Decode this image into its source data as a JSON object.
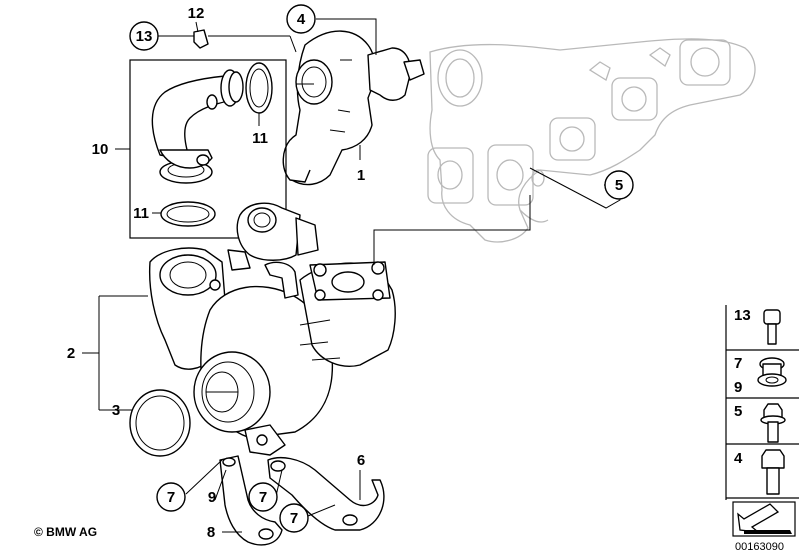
{
  "callouts": {
    "c1": "1",
    "c2": "2",
    "c3": "3",
    "c4": "4",
    "c5": "5",
    "c6": "6",
    "c7a": "7",
    "c7b": "7",
    "c7c": "7",
    "c8": "8",
    "c9": "9",
    "c10": "10",
    "c11a": "11",
    "c11b": "11",
    "c12": "12",
    "c13": "13"
  },
  "legend": {
    "l13": "13",
    "l7": "7",
    "l9": "9",
    "l5": "5",
    "l4": "4"
  },
  "footer": {
    "copyright": "© BMW AG",
    "doc_number": "00163090"
  }
}
